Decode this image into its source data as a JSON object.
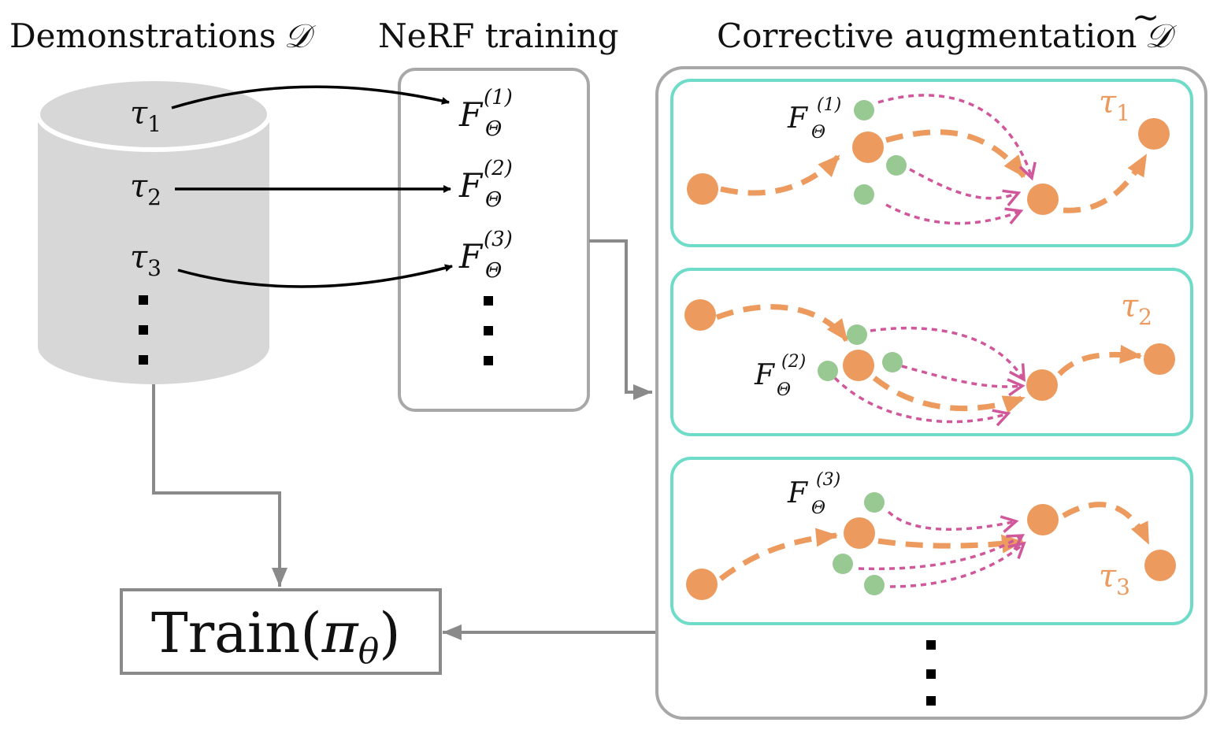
{
  "headers": {
    "demonstrations": "Demonstrations",
    "demonstrations_symbol": "𝒟",
    "nerf_training": "NeRF training",
    "corrective": "Corrective augmentation",
    "corrective_symbol": "𝒟",
    "corrective_symbol_accent": "~"
  },
  "database": {
    "items": [
      {
        "sym": "τ",
        "sub": "1"
      },
      {
        "sym": "τ",
        "sub": "2"
      },
      {
        "sym": "τ",
        "sub": "3"
      }
    ]
  },
  "nerf": {
    "items": [
      {
        "sym": "F",
        "sub": "Θ",
        "sup": "(1)"
      },
      {
        "sym": "F",
        "sub": "Θ",
        "sup": "(2)"
      },
      {
        "sym": "F",
        "sub": "Θ",
        "sup": "(3)"
      }
    ]
  },
  "panels": [
    {
      "traj": {
        "sym": "τ",
        "sub": "1"
      },
      "nerf": {
        "sym": "F",
        "sub": "Θ",
        "sup": "(1)"
      }
    },
    {
      "traj": {
        "sym": "τ",
        "sub": "2"
      },
      "nerf": {
        "sym": "F",
        "sub": "Θ",
        "sup": "(2)"
      }
    },
    {
      "traj": {
        "sym": "τ",
        "sub": "3"
      },
      "nerf": {
        "sym": "F",
        "sub": "Θ",
        "sup": "(3)"
      }
    }
  ],
  "train": {
    "prefix": "Train(",
    "symbol": "π",
    "sub": "θ",
    "suffix": ")"
  },
  "colors": {
    "orange": "#ec9a5e",
    "green": "#98c993",
    "pink": "#d0579a",
    "cyan": "#6fdcc9",
    "gray": "#8a8a8a",
    "box_gray": "#a8a8a8",
    "cylinder": "#d7d7d7"
  }
}
